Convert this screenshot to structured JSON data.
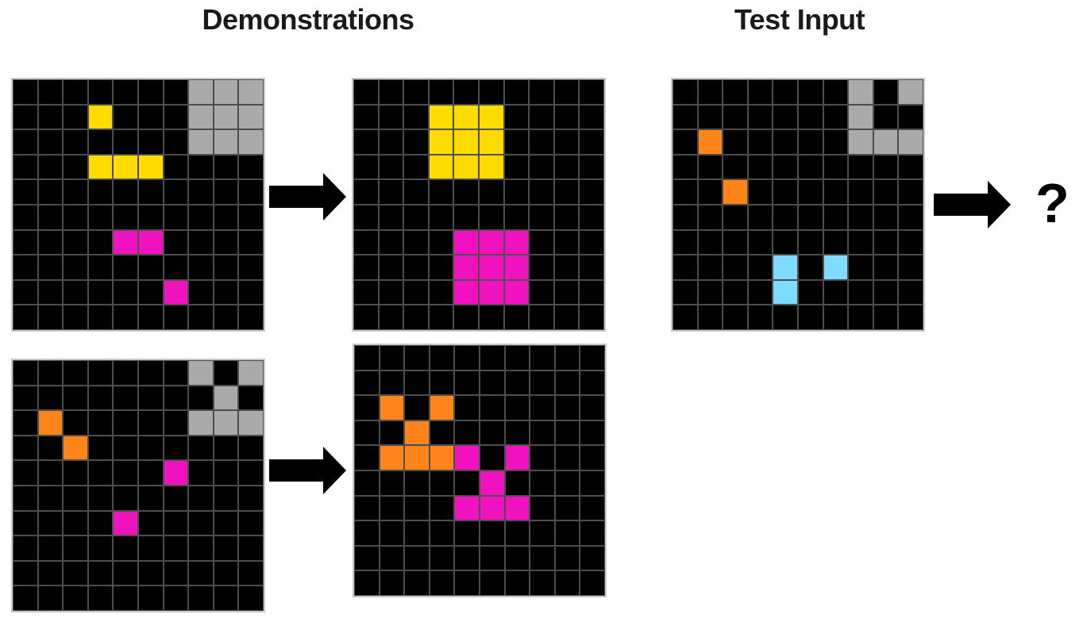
{
  "titles": {
    "demonstrations": "Demonstrations",
    "test_input": "Test Input"
  },
  "question_mark": "?",
  "colors": {
    "grid_line": "#4d4d4d",
    "grid_frame": "#c8c8c8",
    "arrow": "#000000",
    "palette": {
      ".": "#000000",
      "Y": "#FFDC00",
      "M": "#F012BE",
      "O": "#FF851B",
      "G": "#AAAAAA",
      "C": "#7FDBFF"
    },
    "palette_legend": {
      ".": "black-background",
      "Y": "yellow",
      "M": "magenta",
      "O": "orange",
      "G": "gray",
      "C": "light-blue"
    }
  },
  "grids": {
    "demo1_input": {
      "label": "demonstration-1-input",
      "size": [
        10,
        10
      ],
      "rows": [
        ".......GGG",
        "...Y...GGG",
        ".......GGG",
        "...YYY....",
        "..........",
        "..........",
        "....MM....",
        "..........",
        "......M...",
        ".........."
      ]
    },
    "demo1_output": {
      "label": "demonstration-1-output",
      "size": [
        10,
        10
      ],
      "rows": [
        "..........",
        "...YYY....",
        "...YYY....",
        "...YYY....",
        "..........",
        "..........",
        "....MMM...",
        "....MMM...",
        "....MMM...",
        ".........."
      ]
    },
    "demo2_input": {
      "label": "demonstration-2-input",
      "size": [
        10,
        10
      ],
      "rows": [
        ".......G.G",
        "........G.",
        ".O.....GGG",
        "..O.......",
        "......M...",
        "..........",
        "....M.....",
        "..........",
        "..........",
        ".........."
      ]
    },
    "demo2_output": {
      "label": "demonstration-2-output",
      "size": [
        10,
        10
      ],
      "rows": [
        "..........",
        "..........",
        ".O.O......",
        "..O.......",
        ".OOOM.M...",
        ".....M....",
        "....MMM...",
        "..........",
        "..........",
        ".........."
      ]
    },
    "test_input": {
      "label": "test-input",
      "size": [
        10,
        10
      ],
      "rows": [
        ".......G.G",
        ".......G..",
        ".O.....GGG",
        "..........",
        "..O.......",
        "..........",
        "..........",
        "....C.C...",
        "....C.....",
        ".........."
      ]
    }
  }
}
